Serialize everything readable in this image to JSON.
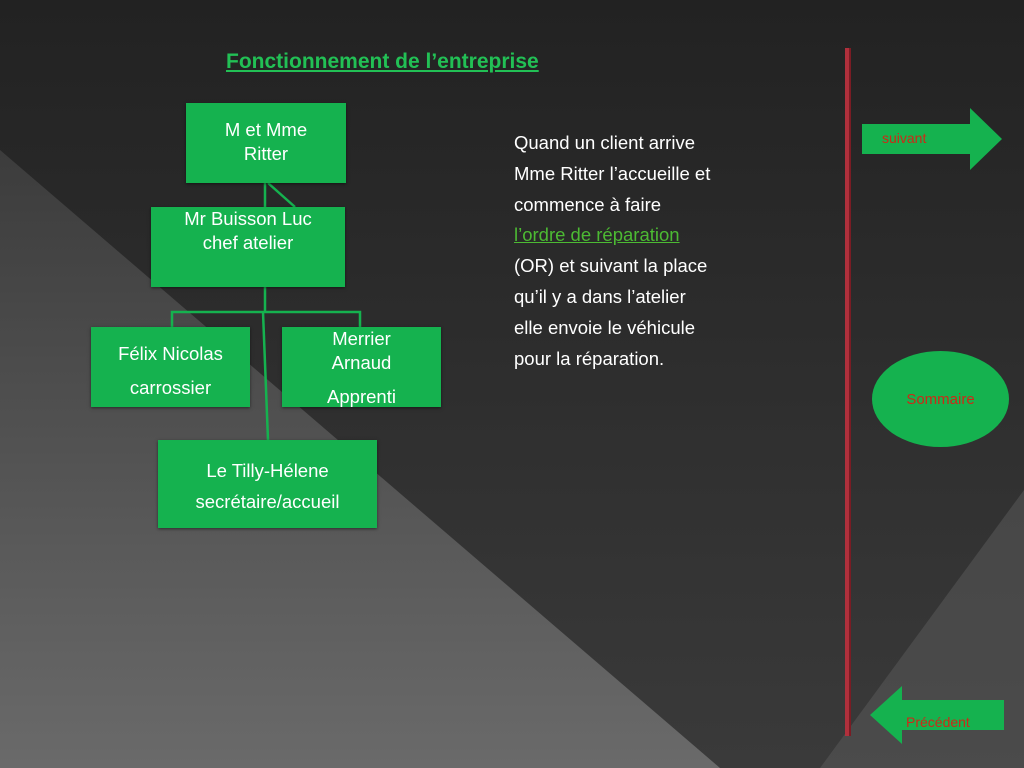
{
  "slide": {
    "title": "Fonctionnement de l’entreprise",
    "org_chart": {
      "owners": {
        "line1": "M et Mme",
        "line2": "Ritter"
      },
      "chief": {
        "line1": "Mr Buisson Luc",
        "line2": "chef atelier"
      },
      "bodyworker": {
        "line1": "Félix Nicolas",
        "line2": "carrossier"
      },
      "apprentice": {
        "line1": "Merrier",
        "line2": "Arnaud",
        "line3": "Apprenti"
      },
      "secretary": {
        "line1": "Le Tilly-Hélene",
        "line2": "secrétaire/accueil"
      }
    },
    "paragraph": {
      "line1": "Quand un client arrive",
      "line2": "Mme Ritter l’accueille et",
      "line3": "commence à faire",
      "link": "l’ordre de réparation",
      "line5": "(OR)  et suivant la place",
      "line6": "qu’il y a dans l’atelier",
      "line7": "elle envoie le véhicule",
      "line8": "pour la réparation."
    },
    "nav": {
      "next_label": "suivant",
      "summary_label": "Sommaire",
      "prev_label": "Précédent"
    },
    "colors": {
      "box_green": "#15b24f",
      "title_green": "#22c055",
      "link_green": "#4cba33",
      "nav_text_red": "#cc2a17",
      "divider_red": "#b0303c"
    }
  }
}
